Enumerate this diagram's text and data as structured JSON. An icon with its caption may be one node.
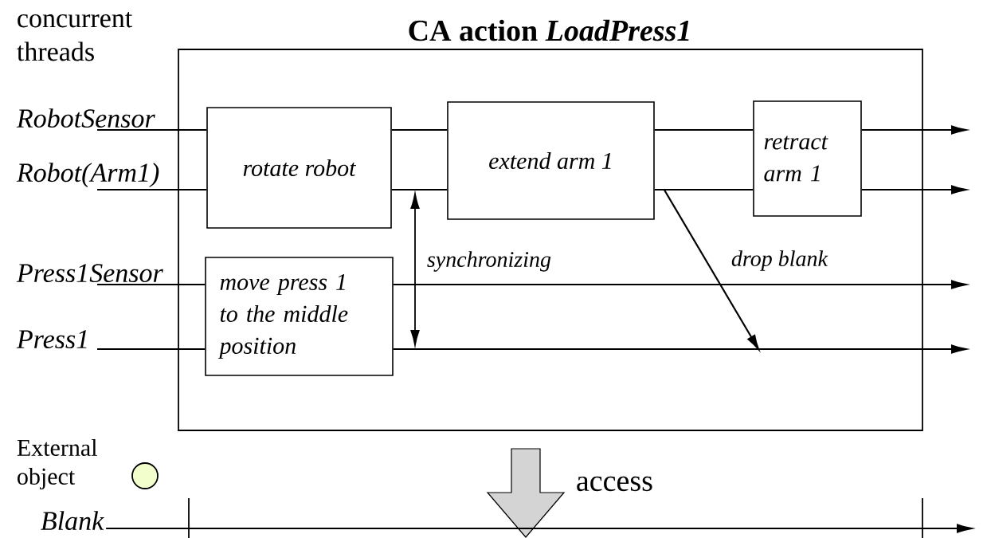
{
  "diagram": {
    "nodes": [
      {
        "text": [
          "CA action *LoadPress1*"
        ]
      },
      {
        "text": [
          "rotate robot"
        ],
        "in": 0
      },
      {
        "text": [
          "extend arm 1"
        ],
        "in": 0
      },
      {
        "text": [
          "retract arm 1"
        ],
        "in": 0
      },
      {
        "text": [
          "move press 1 to the middle position"
        ],
        "in": 0
      },
      {
        "text": [
          "RobotSensor"
        ]
      },
      {
        "text": [
          "Robot(Arm1)"
        ]
      },
      {
        "text": [
          "Press1Sensor"
        ]
      },
      {
        "text": [
          "Press1"
        ]
      },
      {
        "text": [
          "Blank"
        ]
      },
      {
        "text": [],
        "shape": "circle"
      }
    ],
    "edges": [
      {
        "from": 5,
        "to": 1,
        "arrow": "none"
      },
      {
        "from": 1,
        "to": 2,
        "arrow": "none"
      },
      {
        "from": 2,
        "to": 3,
        "arrow": "none"
      },
      {
        "from": 3,
        "to": null,
        "arrow": "to"
      },
      {
        "from": 6,
        "to": 1,
        "arrow": "none"
      },
      {
        "from": 1,
        "to": 2,
        "arrow": "none"
      },
      {
        "from": 2,
        "to": 3,
        "arrow": "none"
      },
      {
        "from": 3,
        "to": null,
        "arrow": "to"
      },
      {
        "from": 7,
        "to": 4,
        "arrow": "none"
      },
      {
        "from": 4,
        "to": null,
        "arrow": "to"
      },
      {
        "from": 8,
        "to": 4,
        "arrow": "none"
      },
      {
        "from": 4,
        "to": null,
        "arrow": "to"
      },
      {
        "from": 2,
        "to": null,
        "arrow": "to",
        "label": "drop blank"
      },
      {
        "from": 9,
        "to": null,
        "arrow": "to"
      }
    ],
    "labels": [
      "concurrent threads",
      "synchronizing",
      "External object",
      "access"
    ]
  }
}
